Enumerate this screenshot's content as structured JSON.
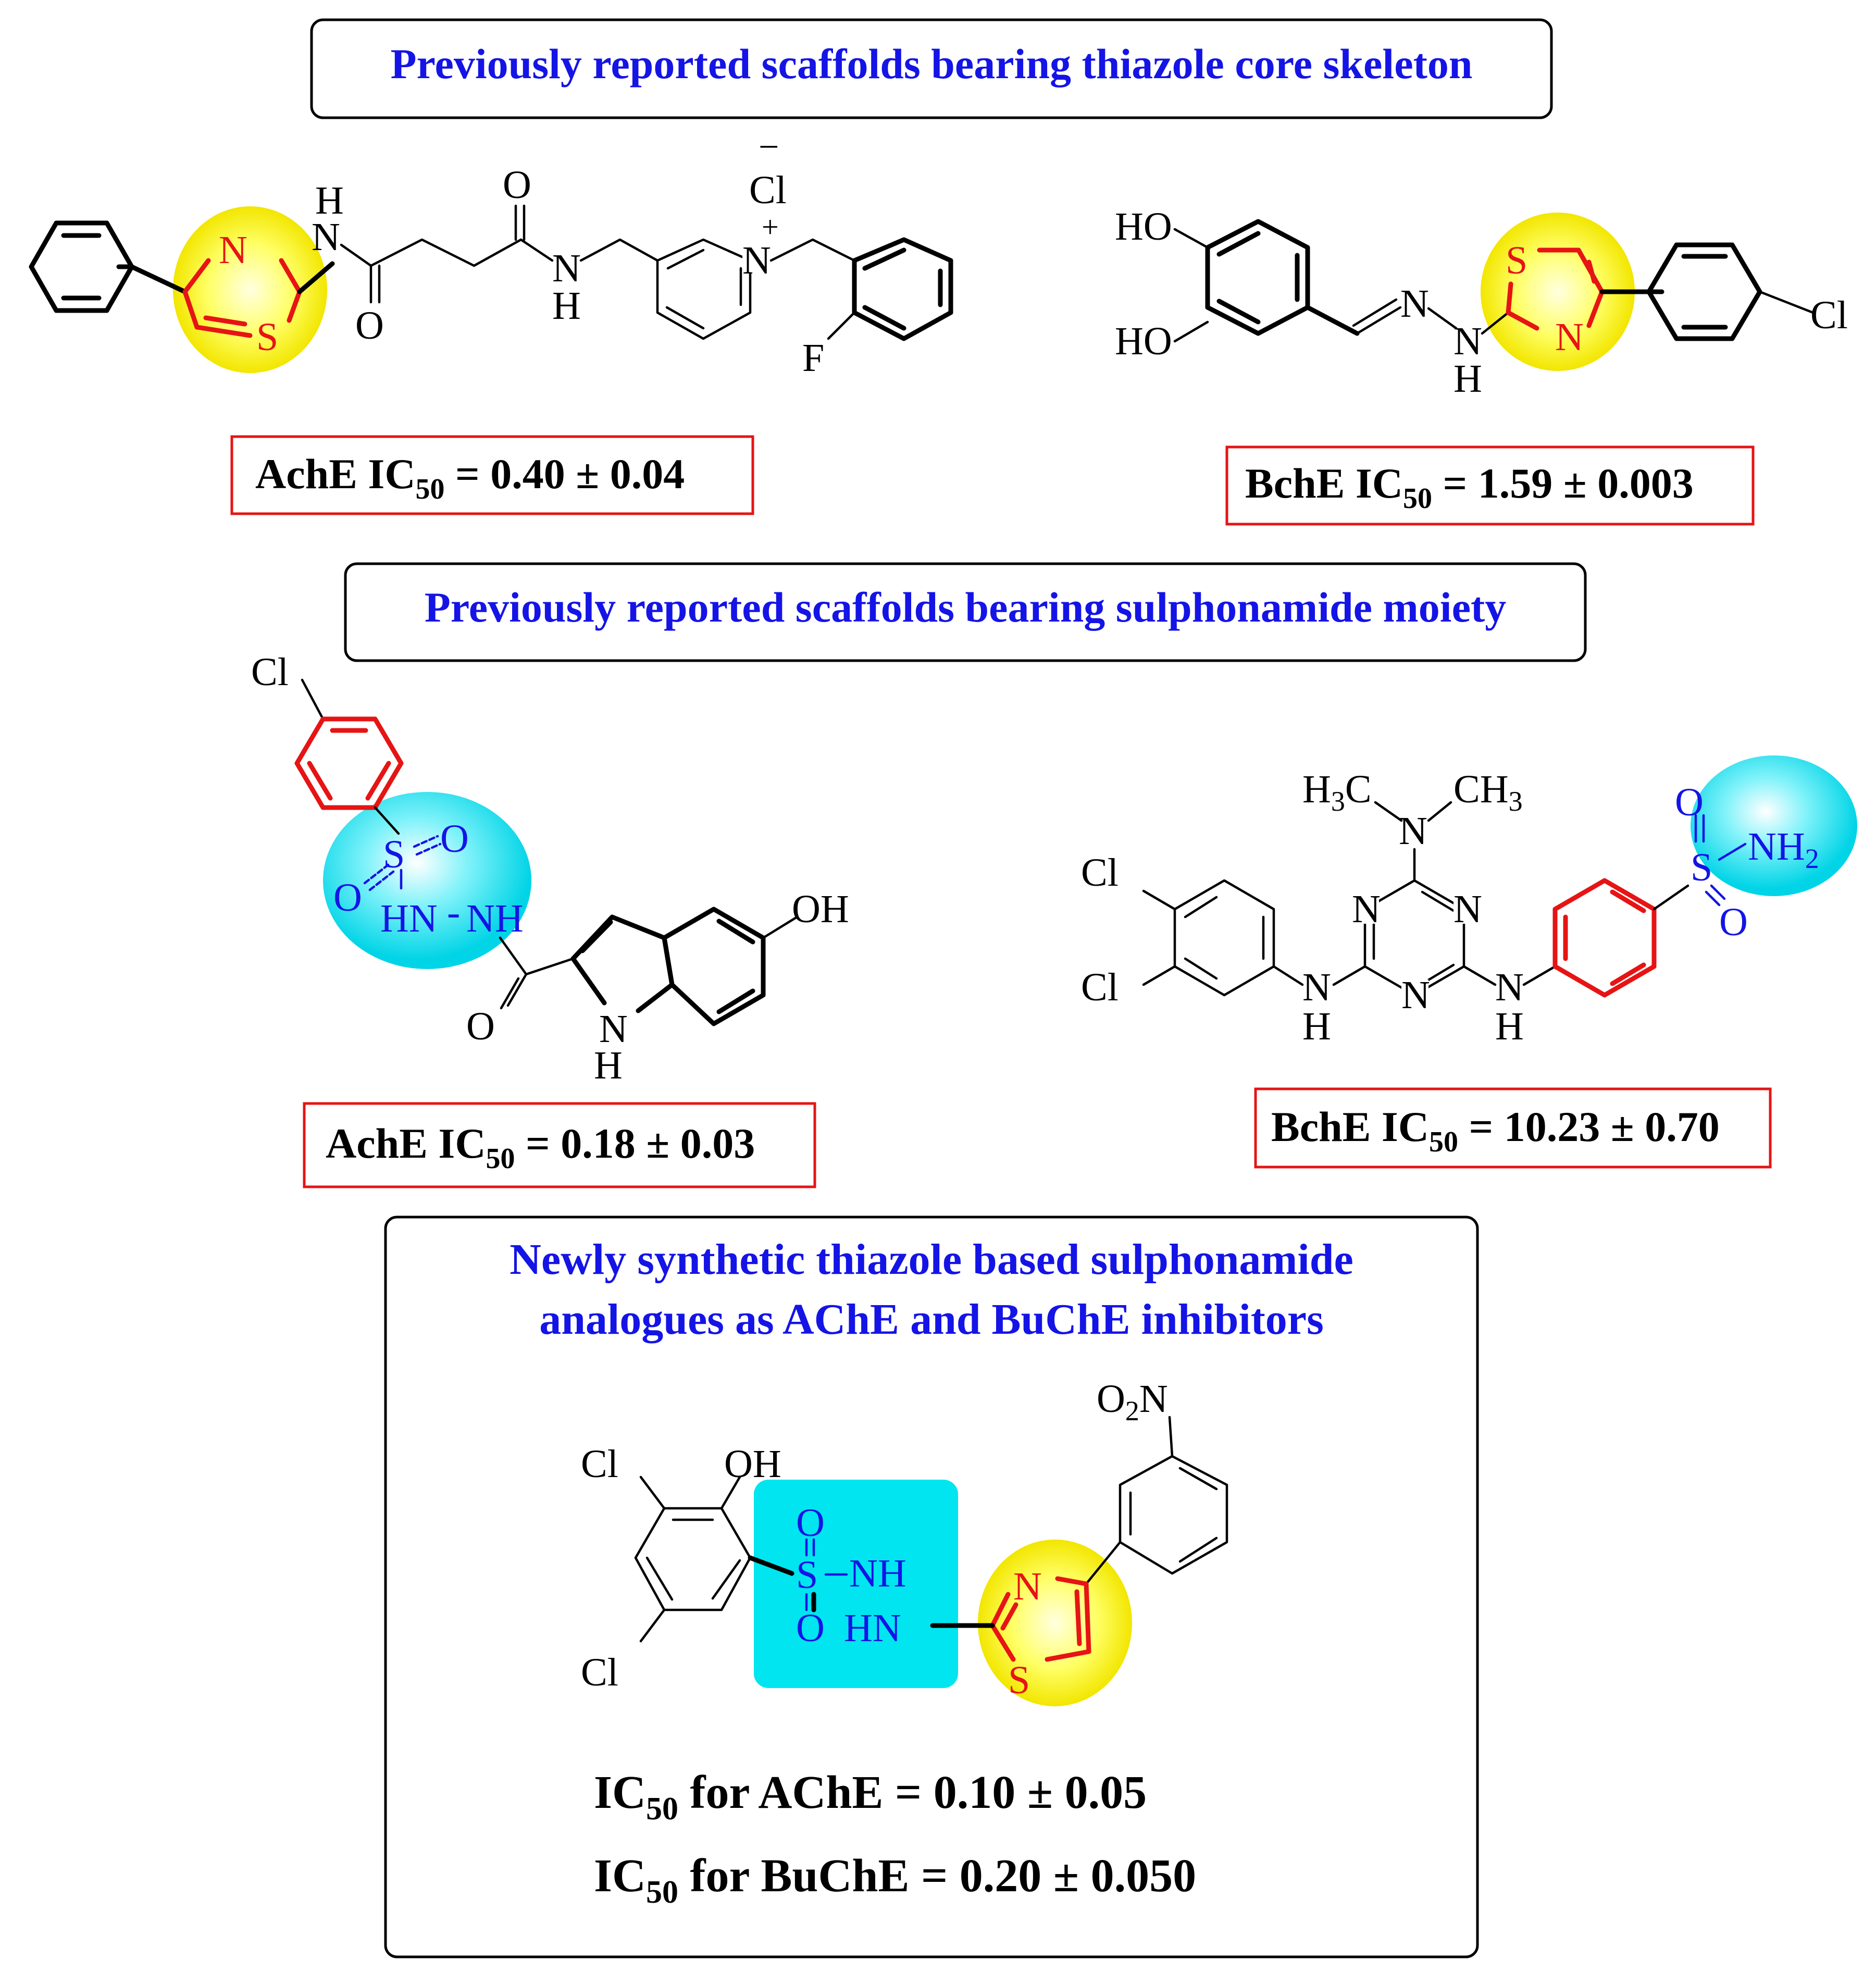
{
  "sections": {
    "thiazole_header": "Previously reported scaffolds bearing thiazole core skeleton",
    "sulphonamide_header": "Previously reported scaffolds bearing sulphonamide moiety",
    "new_header_line1": "Newly synthetic thiazole based sulphonamide",
    "new_header_line2": "analogues as AChE and BuChE inhibitors"
  },
  "compound1": {
    "atoms": {
      "N_ring": "N",
      "S_ring": "S",
      "N_amide": "N",
      "H_amide": "H",
      "O1": "O",
      "O2": "O",
      "N2": "N",
      "H2": "H",
      "N_pyr": "N",
      "plus": "+",
      "Cl": "Cl",
      "minus": "−",
      "F": "F"
    },
    "activity": {
      "enzyme": "AchE IC",
      "sub": "50",
      "value": " = 0.40 ± 0.04"
    }
  },
  "compound2": {
    "atoms": {
      "HO1": "HO",
      "HO2": "HO",
      "N1": "N",
      "N2": "N",
      "H": "H",
      "S_ring": "S",
      "N_ring": "N",
      "Cl": "Cl"
    },
    "activity": {
      "enzyme": "BchE IC",
      "sub": "50",
      "value": " = 1.59 ± 0.003"
    }
  },
  "compound3": {
    "atoms": {
      "Cl": "Cl",
      "S": "S",
      "O1": "O",
      "O2": "O",
      "HN": "HN",
      "NH": "NH",
      "O3": "O",
      "N": "N",
      "H": "H",
      "OH": "OH",
      "dash": "-"
    },
    "activity": {
      "enzyme": "AchE IC",
      "sub": "50",
      "value": " = 0.18 ± 0.03"
    }
  },
  "compound4": {
    "atoms": {
      "H3C": "H",
      "sub3a": "3",
      "C1": "C",
      "N_top": "N",
      "CH3": "CH",
      "sub3b": "3",
      "Cl1": "Cl",
      "Cl2": "Cl",
      "Na": "N",
      "Nb": "N",
      "Nc": "N",
      "NH1_N": "N",
      "NH1_H": "H",
      "NH2_N": "N",
      "NH2_H": "H",
      "S": "S",
      "O1": "O",
      "O2": "O",
      "NH2": "NH",
      "sub2": "2"
    },
    "activity": {
      "enzyme": "BchE IC",
      "sub": "50",
      "value": " = 10.23 ± 0.70"
    }
  },
  "compound5": {
    "atoms": {
      "O2N_O": "O",
      "O2N_sub": "2",
      "O2N_N": "N",
      "Cl1": "Cl",
      "OH": "OH",
      "Cl2": "Cl",
      "O1": "O",
      "S": "S",
      "O2": "O",
      "NH": "NH",
      "HN": "HN",
      "N_ring": "N",
      "S_ring": "S"
    },
    "activity_ache": {
      "label": "IC",
      "sub": "50",
      "value": " for AChE = 0.10 ± 0.05"
    },
    "activity_buche": {
      "label": "IC",
      "sub": "50",
      "value": " for BuChE = 0.20 ± 0.050"
    }
  },
  "colors": {
    "title_text": "#1414e6",
    "thiazole_highlight": "#ffff00",
    "sulphonamide_highlight": "#00e5f0",
    "ring_highlight_bond": "#e61414",
    "value_box_border": "#e61414"
  }
}
